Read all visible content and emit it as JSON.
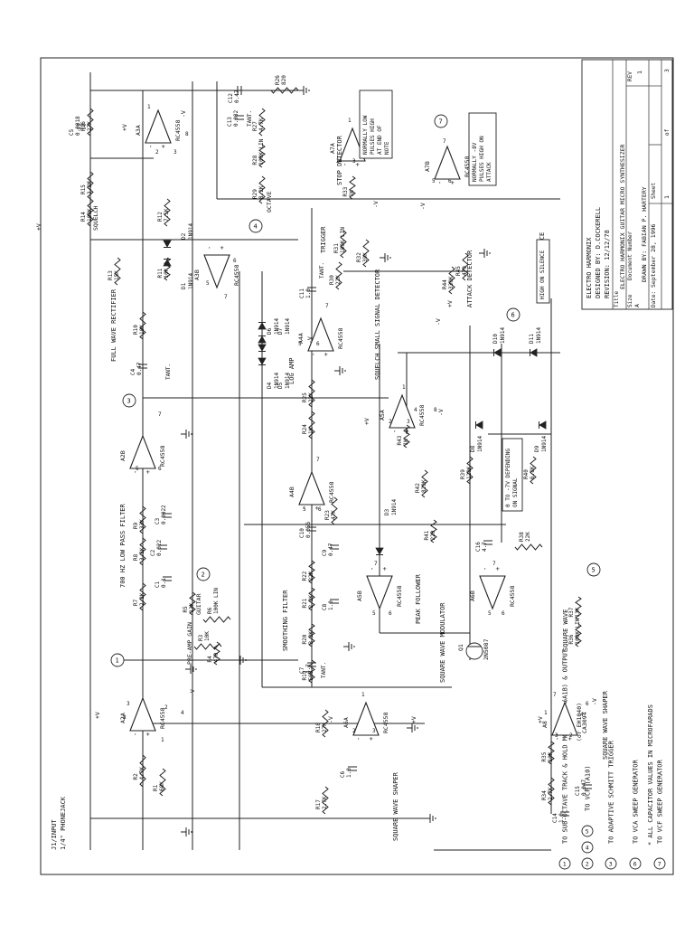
{
  "title_block": {
    "company": "ELECTRO HARMONIX",
    "designer": "DESIGNED BY: D.COCKERELL",
    "revision": "REVISION: 12/12/78",
    "title_label": "Title",
    "title": "ELECTRO HARMONIX GUITAR MICRO SYNTHESIZER",
    "size_label": "Size",
    "size": "A",
    "docnum_label": "Document Number",
    "drawn": "DRAWN BY: FABIAN P. HARTERY",
    "rev_label": "REV",
    "rev": "1",
    "date_label": "Date:",
    "date": "September 28, 1996",
    "sheet_label": "Sheet",
    "sheet": "1",
    "of_label": "of",
    "sheet_total": "3"
  },
  "legend": [
    {
      "nums": [
        "1"
      ],
      "text": "TO SUB-OCTAVE TRACK & HOLD MODULATOR (A1B) & OUTPUT"
    },
    {
      "nums": [
        "2",
        "4",
        "5"
      ],
      "text": "TO VCF (A10)"
    },
    {
      "nums": [
        "3"
      ],
      "text": "TO ADAPTIVE SCHMITT TRIGGER"
    },
    {
      "nums": [
        "6"
      ],
      "text": "TO VCA SWEEP GENERATOR"
    },
    {
      "nums": [
        "7"
      ],
      "text": "TO VCF SWEEP GENERATOR"
    }
  ],
  "note": "* ALL CAPACITOR VALUES IN MICROFARADS",
  "sections": {
    "input": "J1/INPUT",
    "input_jack": "1/4\" PHONEJACK",
    "preamp": "PRE-AMP GAIN",
    "lowpass": "700 HZ LOW PASS FILTER",
    "fwr": "FULL WAVE RECTIFIER",
    "squelch": "SQUELCH",
    "log_amp": "LOG AMP",
    "stop_det": "STOP DETECTOR",
    "trigger": "TRIGGER",
    "attack_det": "ATTACK DETECTOR",
    "high_silence": "HIGH ON SILENCE",
    "squelch_det": "SQUELCH SMALL SIGNAL DETECTOR",
    "smoothing": "SMOOTHING FILTER",
    "peak": "PEAK FOLLOWER",
    "sq_mod": "SQUARE WAVE MODULATOR",
    "sq_shaper1": "SQUARE WAVE SHAPER",
    "sq_shaper2": "SQUARE WAVE SHAPER",
    "sq_wave": "SQUARE WAVE",
    "guitar": "GUITAR",
    "octave": "OCTAVE",
    "tant": "TANT."
  },
  "notes_boxes": {
    "stop": [
      "NORMALLY LOW",
      "PULSES HIGH",
      "AT END OF",
      "NOTE"
    ],
    "attack": [
      "NORMALLY -8V",
      "PULSES HIGH ON",
      "ATTACK"
    ],
    "range": [
      "0 TO -7V DEPENDING",
      "ON SIGNAL"
    ]
  },
  "opamps": [
    {
      "id": "A2A",
      "type": "RC4558"
    },
    {
      "id": "A2B",
      "type": "RC4558"
    },
    {
      "id": "A3A",
      "type": "RC4558"
    },
    {
      "id": "A3B",
      "type": "RC4558"
    },
    {
      "id": "A4A",
      "type": "RC4558"
    },
    {
      "id": "A4B",
      "type": "RC4558"
    },
    {
      "id": "A5A",
      "type": "RC4558"
    },
    {
      "id": "A5B",
      "type": "RC4558"
    },
    {
      "id": "A6A",
      "type": "RC4558"
    },
    {
      "id": "A6B",
      "type": "RC4558"
    },
    {
      "id": "A7A",
      "type": "RC4558"
    },
    {
      "id": "A7B",
      "type": "RC4558"
    },
    {
      "id": "A8",
      "type": "CA3094"
    }
  ],
  "a8_alt": "(or EH1040)",
  "q1": {
    "id": "Q1",
    "type": "2N5087"
  },
  "resistors": [
    {
      "id": "R1",
      "val": "68K"
    },
    {
      "id": "R2",
      "val": "4.7K"
    },
    {
      "id": "R3",
      "val": "10K"
    },
    {
      "id": "R4",
      "val": "470"
    },
    {
      "id": "R5",
      "val": "13K"
    },
    {
      "id": "R6",
      "val": "100K LIN"
    },
    {
      "id": "R7",
      "val": "2.2K"
    },
    {
      "id": "R8",
      "val": "3.3K"
    },
    {
      "id": "R9",
      "val": "33K"
    },
    {
      "id": "R10",
      "val": "10K"
    },
    {
      "id": "R11",
      "val": "10K"
    },
    {
      "id": "R12",
      "val": "7.5K"
    },
    {
      "id": "R13",
      "val": "15K"
    },
    {
      "id": "R14",
      "val": "100K"
    },
    {
      "id": "R15",
      "val": "3.3M"
    },
    {
      "id": "R16",
      "val": "27K"
    },
    {
      "id": "R17",
      "val": "2.7K"
    },
    {
      "id": "R18",
      "val": "27K"
    },
    {
      "id": "R19",
      "val": "560"
    },
    {
      "id": "R20",
      "val": "3.3K"
    },
    {
      "id": "R21",
      "val": "2.2K"
    },
    {
      "id": "R22",
      "val": "22K"
    },
    {
      "id": "R23",
      "val": "47K"
    },
    {
      "id": "R24",
      "val": "1K"
    },
    {
      "id": "R25",
      "val": "22K"
    },
    {
      "id": "R26",
      "val": "820"
    },
    {
      "id": "R27",
      "val": "4.7K"
    },
    {
      "id": "R28",
      "val": "100K LIN"
    },
    {
      "id": "R29",
      "val": "8.2K"
    },
    {
      "id": "R30",
      "val": "22K"
    },
    {
      "id": "R31",
      "val": "100K LIN"
    },
    {
      "id": "R32",
      "val": "39K"
    },
    {
      "id": "R33",
      "val": "1K"
    },
    {
      "id": "R34",
      "val": "2.7K"
    },
    {
      "id": "R35",
      "val": "10K"
    },
    {
      "id": "R36",
      "val": "100K LIN"
    },
    {
      "id": "R37",
      "val": "13K"
    },
    {
      "id": "R38",
      "val": "22K"
    },
    {
      "id": "R39",
      "val": "120K"
    },
    {
      "id": "R40",
      "val": "6.8K"
    },
    {
      "id": "R41",
      "val": "220"
    },
    {
      "id": "R42",
      "val": "820K"
    },
    {
      "id": "R43",
      "val": "1K"
    },
    {
      "id": "R44",
      "val": "330K"
    },
    {
      "id": "R45",
      "val": "470"
    }
  ],
  "capacitors": [
    {
      "id": "C1",
      "val": "0.1"
    },
    {
      "id": "C2",
      "val": "0.022"
    },
    {
      "id": "C3",
      "val": "0.0022"
    },
    {
      "id": "C4",
      "val": "0.47"
    },
    {
      "id": "C5",
      "val": "0.0018"
    },
    {
      "id": "C6",
      "val": "1.0"
    },
    {
      "id": "C7",
      "val": "4.7"
    },
    {
      "id": "C8",
      "val": "1.0"
    },
    {
      "id": "C9",
      "val": "0.47"
    },
    {
      "id": "C10",
      "val": "0.056"
    },
    {
      "id": "C11",
      "val": "1.0"
    },
    {
      "id": "C12",
      "val": "0.47"
    },
    {
      "id": "C13",
      "val": "0.082"
    },
    {
      "id": "C14",
      "val": "1.0"
    },
    {
      "id": "C15",
      "val": "0.047"
    },
    {
      "id": "C16",
      "val": "4.7"
    }
  ],
  "diodes": [
    {
      "id": "D1",
      "val": "1N914"
    },
    {
      "id": "D2",
      "val": "1N914"
    },
    {
      "id": "D3",
      "val": "1N914"
    },
    {
      "id": "D4",
      "val": "1N914"
    },
    {
      "id": "D5",
      "val": "1N914"
    },
    {
      "id": "D6",
      "val": "1N914"
    },
    {
      "id": "D7",
      "val": "1N914"
    },
    {
      "id": "D8",
      "val": "1N914"
    },
    {
      "id": "D9",
      "val": "1N914"
    },
    {
      "id": "D10",
      "val": "1N914"
    },
    {
      "id": "D11",
      "val": "1N914"
    }
  ],
  "rails": {
    "pos": "+V",
    "neg": "-V"
  },
  "pins": [
    "1",
    "2",
    "3",
    "4",
    "5",
    "6",
    "7",
    "8"
  ]
}
